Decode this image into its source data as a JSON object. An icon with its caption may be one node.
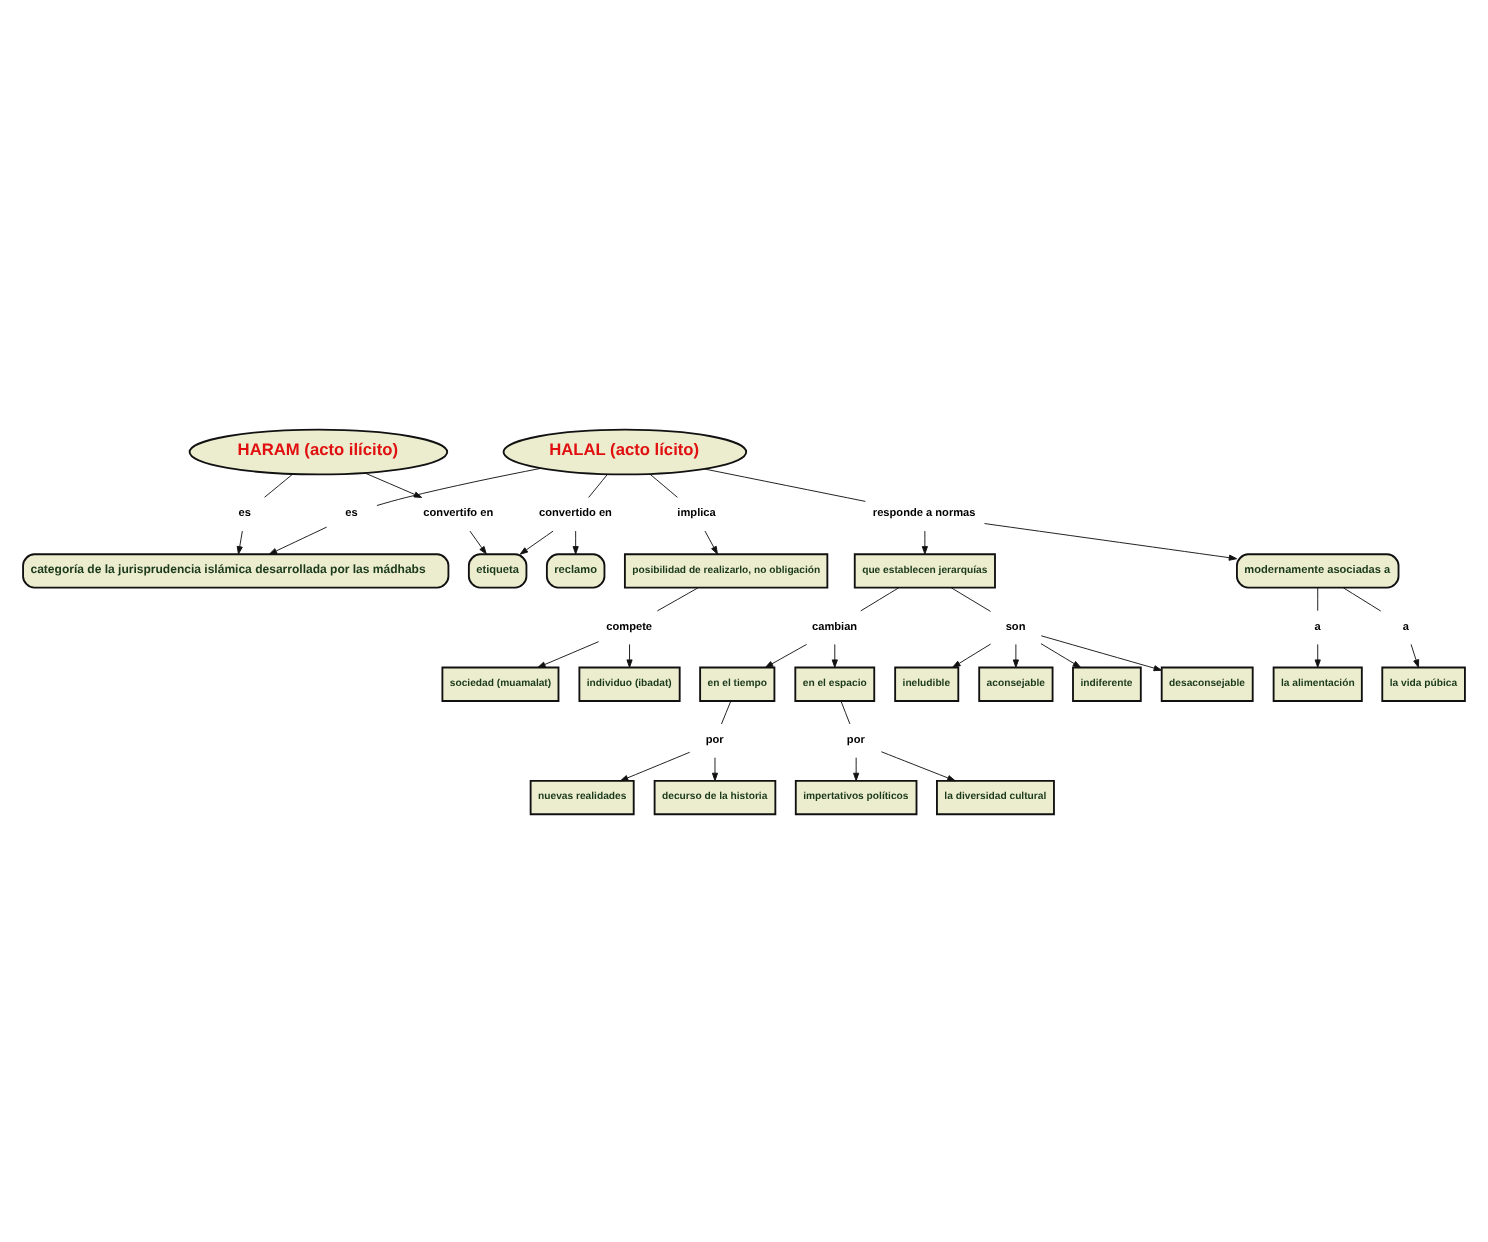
{
  "diagram": {
    "nodes": [
      {
        "text": [
          "categoría de la jurisprudencia islámica desarrollada por las mádhabs"
        ]
      },
      {
        "text": [
          "es"
        ]
      },
      {
        "text": [
          "es"
        ]
      },
      {
        "text": [
          "HALAL (acto lícito)"
        ]
      },
      {
        "text": [
          "etiqueta"
        ]
      },
      {
        "text": [
          "HARAM (acto ilícito)"
        ]
      },
      {
        "text": [
          "convertifo en"
        ]
      },
      {
        "text": [
          "convertido en"
        ]
      },
      {
        "text": [
          "reclamo"
        ]
      },
      {
        "text": [
          "implica"
        ]
      },
      {
        "text": [
          "responde a normas"
        ]
      },
      {
        "text": [
          "modernamente asociadas a"
        ]
      },
      {
        "text": [
          "a"
        ]
      },
      {
        "text": [
          "la vida púbica"
        ]
      },
      {
        "text": [
          "a"
        ]
      },
      {
        "text": [
          "la alimentación"
        ]
      },
      {
        "text": [
          "posibilidad de realizarlo, no obligación"
        ]
      },
      {
        "text": [
          "que establecen jerarquías"
        ]
      },
      {
        "text": [
          "son"
        ]
      },
      {
        "text": [
          "ineludible"
        ]
      },
      {
        "text": [
          "aconsejable"
        ]
      },
      {
        "text": [
          "indiferente"
        ]
      },
      {
        "text": [
          "desaconsejable"
        ]
      },
      {
        "text": [
          "compete"
        ]
      },
      {
        "text": [
          "sociedad (muamalat)"
        ]
      },
      {
        "text": [
          "individuo (ibadat)"
        ]
      },
      {
        "text": [
          "cambian"
        ]
      },
      {
        "text": [
          "en el tiempo"
        ]
      },
      {
        "text": [
          "en el espacio"
        ]
      },
      {
        "text": [
          "por"
        ]
      },
      {
        "text": [
          "nuevas realidades"
        ]
      },
      {
        "text": [
          "por"
        ]
      },
      {
        "text": [
          "decurso de la historia"
        ]
      },
      {
        "text": [
          "impertativos políticos"
        ]
      },
      {
        "text": [
          "la diversidad cultural"
        ]
      }
    ],
    "edges": [
      {
        "from": 3,
        "to": 1,
        "arrow": "none"
      },
      {
        "from": 1,
        "to": 0,
        "arrow": "to"
      },
      {
        "from": 5,
        "to": 2,
        "arrow": "none"
      },
      {
        "from": 2,
        "to": 0,
        "arrow": "to"
      },
      {
        "from": 5,
        "to": 6,
        "arrow": "to"
      },
      {
        "from": 6,
        "to": 4,
        "arrow": "to"
      },
      {
        "from": 3,
        "to": 7,
        "arrow": "none"
      },
      {
        "from": 7,
        "to": 4,
        "arrow": "to"
      },
      {
        "from": 7,
        "to": 8,
        "arrow": "to"
      },
      {
        "from": 3,
        "to": 9,
        "arrow": "none"
      },
      {
        "from": 9,
        "to": 16,
        "arrow": "to"
      },
      {
        "from": 3,
        "to": 10,
        "arrow": "none"
      },
      {
        "from": 10,
        "to": 11,
        "arrow": "to"
      },
      {
        "from": 10,
        "to": 17,
        "arrow": "to"
      },
      {
        "from": 11,
        "to": 12,
        "arrow": "none"
      },
      {
        "from": 12,
        "to": 13,
        "arrow": "to"
      },
      {
        "from": 11,
        "to": 14,
        "arrow": "none"
      },
      {
        "from": 14,
        "to": 15,
        "arrow": "to"
      },
      {
        "from": 17,
        "to": 18,
        "arrow": "none"
      },
      {
        "from": 18,
        "to": 19,
        "arrow": "to"
      },
      {
        "from": 18,
        "to": 20,
        "arrow": "to"
      },
      {
        "from": 18,
        "to": 21,
        "arrow": "to"
      },
      {
        "from": 18,
        "to": 22,
        "arrow": "to"
      },
      {
        "from": 16,
        "to": 23,
        "arrow": "none"
      },
      {
        "from": 23,
        "to": 24,
        "arrow": "to"
      },
      {
        "from": 23,
        "to": 25,
        "arrow": "to"
      },
      {
        "from": 17,
        "to": 26,
        "arrow": "none"
      },
      {
        "from": 26,
        "to": 27,
        "arrow": "to"
      },
      {
        "from": 26,
        "to": 28,
        "arrow": "to"
      },
      {
        "from": 27,
        "to": 29,
        "arrow": "none"
      },
      {
        "from": 29,
        "to": 30,
        "arrow": "to"
      },
      {
        "from": 29,
        "to": 32,
        "arrow": "to"
      },
      {
        "from": 28,
        "to": 31,
        "arrow": "none"
      },
      {
        "from": 31,
        "to": 33,
        "arrow": "to"
      },
      {
        "from": 31,
        "to": 34,
        "arrow": "to"
      }
    ]
  }
}
